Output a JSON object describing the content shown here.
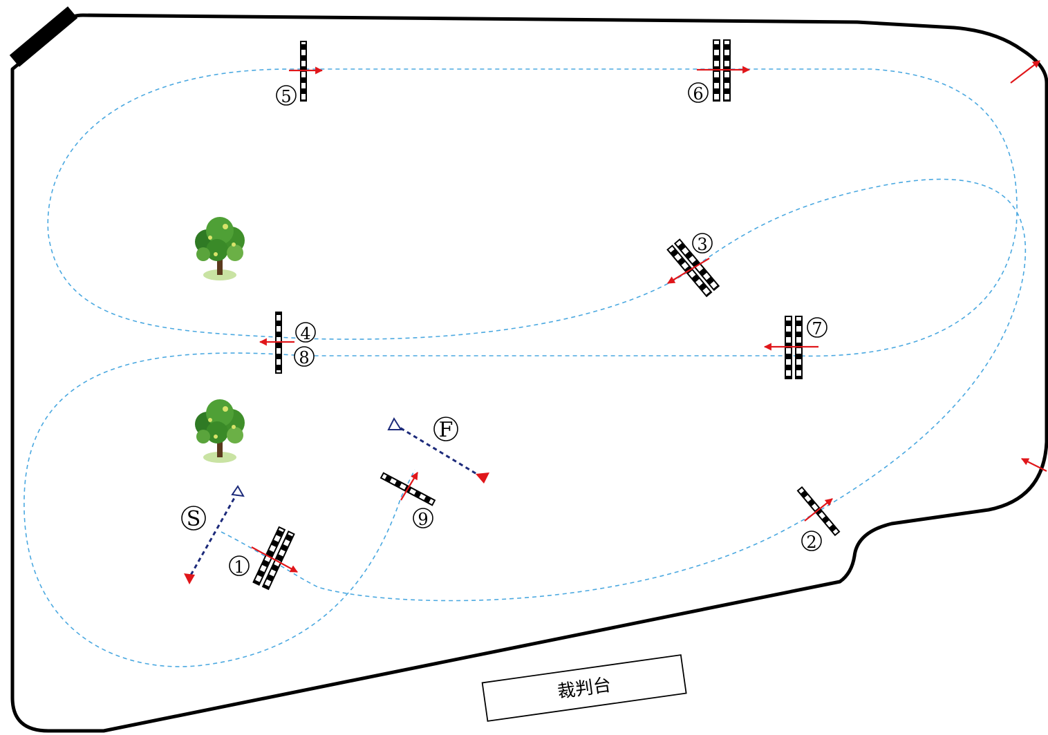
{
  "course": {
    "start_label": "S",
    "finish_label": "F",
    "judge_stand_label": "裁判台",
    "colors": {
      "route": "#4aa8e0",
      "arrow": "#e0161a",
      "flag_blue": "#1c2a7a",
      "flag_red": "#e0161a",
      "pole_black": "#000000",
      "tree_canopy": "#3f8f2a",
      "tree_ground": "#c9e3a3"
    },
    "obstacles": [
      {
        "number": "1",
        "type": "oxer"
      },
      {
        "number": "2",
        "type": "vertical"
      },
      {
        "number": "3",
        "type": "oxer"
      },
      {
        "number": "4",
        "type": "vertical"
      },
      {
        "number": "5",
        "type": "vertical"
      },
      {
        "number": "6",
        "type": "oxer"
      },
      {
        "number": "7",
        "type": "oxer"
      },
      {
        "number": "8",
        "type": "vertical"
      },
      {
        "number": "9",
        "type": "vertical"
      }
    ],
    "decorations": [
      "tree-icon",
      "tree-icon"
    ],
    "exits": [
      "exit-arrow-icon",
      "entry-arrow-icon"
    ]
  }
}
